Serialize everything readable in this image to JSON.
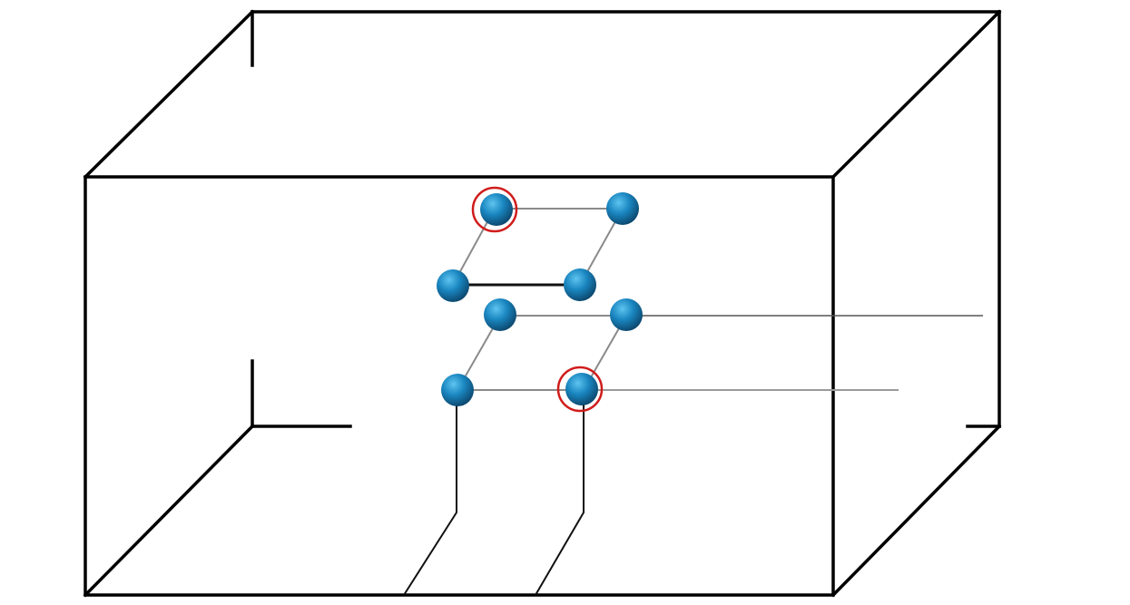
{
  "diagram": {
    "atom_color": "#1a86c0",
    "atom_shadow_color": "#0a3f63",
    "highlight_color": "#d01c1c",
    "box_color": "#000000",
    "atoms": [
      {
        "id": "top-back-left",
        "highlighted": true
      },
      {
        "id": "top-back-right",
        "highlighted": false
      },
      {
        "id": "top-front-left",
        "highlighted": false
      },
      {
        "id": "top-front-right",
        "highlighted": false
      },
      {
        "id": "bottom-back-left",
        "highlighted": false
      },
      {
        "id": "bottom-back-right",
        "highlighted": false
      },
      {
        "id": "bottom-front-left",
        "highlighted": false
      },
      {
        "id": "bottom-front-right",
        "highlighted": true
      }
    ]
  }
}
